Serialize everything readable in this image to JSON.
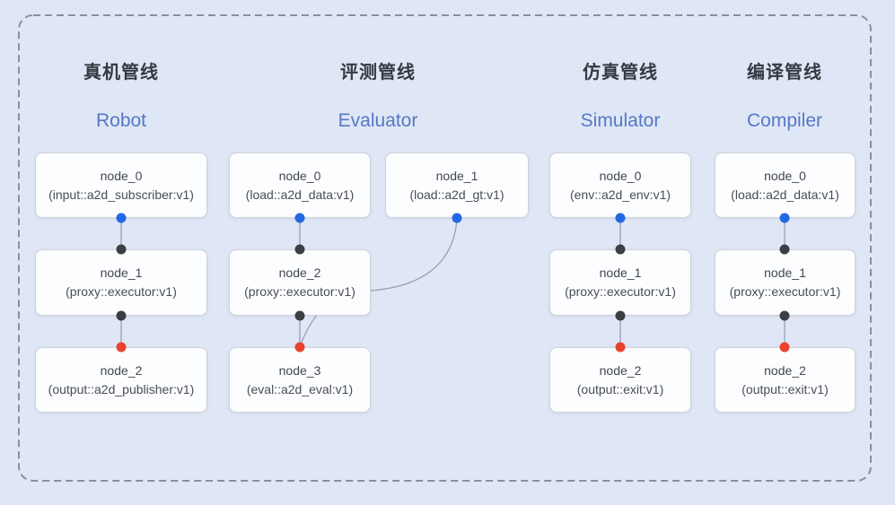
{
  "figure": {
    "description_colors": {
      "background": "#dfe6f5",
      "frame_border": "#8a909b",
      "header_zh_text": "#353a41",
      "header_en_text": "#5579c5",
      "node_background": "#fcfdfe",
      "node_border": "#cdd2db",
      "node_text": "#42474e",
      "edge_line": "#96a1b3",
      "port_source_output": "#2268e5",
      "port_proxy": "#3b3f43",
      "port_sink_input": "#e8432f"
    }
  },
  "pipelines": [
    {
      "title_zh": "真机管线",
      "title_en": "Robot",
      "nodes": [
        {
          "name": "node_0",
          "type": "(input::a2d_subscriber:v1)"
        },
        {
          "name": "node_1",
          "type": "(proxy::executor:v1)"
        },
        {
          "name": "node_2",
          "type": "(output::a2d_publisher:v1)"
        }
      ]
    },
    {
      "title_zh": "评测管线",
      "title_en": "Evaluator",
      "nodes": [
        {
          "name": "node_0",
          "type": "(load::a2d_data:v1)"
        },
        {
          "name": "node_1",
          "type": "(load::a2d_gt:v1)"
        },
        {
          "name": "node_2",
          "type": "(proxy::executor:v1)"
        },
        {
          "name": "node_3",
          "type": "(eval::a2d_eval:v1)"
        }
      ]
    },
    {
      "title_zh": "仿真管线",
      "title_en": "Simulator",
      "nodes": [
        {
          "name": "node_0",
          "type": "(env::a2d_env:v1)"
        },
        {
          "name": "node_1",
          "type": "(proxy::executor:v1)"
        },
        {
          "name": "node_2",
          "type": "(output::exit:v1)"
        }
      ]
    },
    {
      "title_zh": "编译管线",
      "title_en": "Compiler",
      "nodes": [
        {
          "name": "node_0",
          "type": "(load::a2d_data:v1)"
        },
        {
          "name": "node_1",
          "type": "(proxy::executor:v1)"
        },
        {
          "name": "node_2",
          "type": "(output::exit:v1)"
        }
      ]
    }
  ]
}
